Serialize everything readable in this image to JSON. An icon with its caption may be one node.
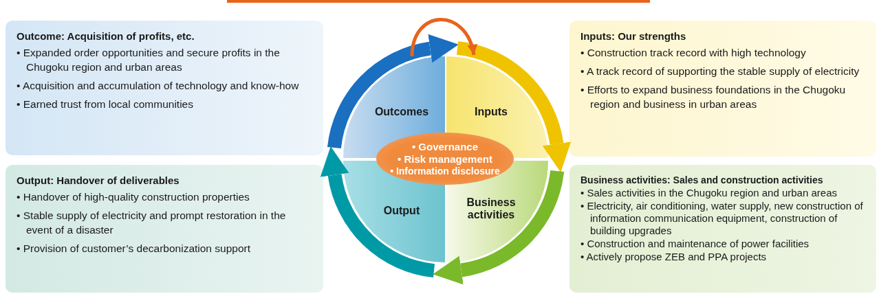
{
  "diagram": {
    "nodes": [
      {
        "text": [
          "Outcome: Acquisition of profits, etc.",
          "• Expanded order opportunities and secure profits in the Chugoku region and urban areas",
          "• Acquisition and accumulation of technology and know-how",
          "• Earned trust from local communities"
        ]
      },
      {
        "text": [
          "Inputs: Our strengths",
          "• Construction track record with high technology",
          "• A track record of supporting the stable supply of electricity",
          "• Efforts to expand business foundations in the Chugoku region and business in urban areas"
        ]
      },
      {
        "text": [
          "Output: Handover of deliverables",
          "• Handover of high-quality construction properties",
          "• Stable supply of electricity and prompt restoration in the event of a disaster",
          "• Provision of customer’s decarbonization support"
        ]
      },
      {
        "text": [
          "Business activities: Sales and construction activities",
          "• Sales activities in the Chugoku region and urban areas",
          "• Electricity, air conditioning, water supply, new construction of information communication equipment, construction of building upgrades",
          "• Construction and maintenance of power facilities",
          "• Actively propose ZEB and PPA projects"
        ]
      },
      {
        "text": [
          "Outcomes"
        ]
      },
      {
        "text": [
          "Inputs"
        ]
      },
      {
        "text": [
          "Output"
        ]
      },
      {
        "text": [
          "Business activities"
        ]
      },
      {
        "text": [
          "• Governance",
          "• Risk management",
          "• Information disclosure"
        ]
      }
    ],
    "edges": [
      {
        "from": 4,
        "to": 5,
        "arrow": "to",
        "color": "#1a6fc0"
      },
      {
        "from": 5,
        "to": 7,
        "arrow": "to",
        "color": "#f0c300"
      },
      {
        "from": 7,
        "to": 6,
        "arrow": "to",
        "color": "#7ab929"
      },
      {
        "from": 6,
        "to": 4,
        "arrow": "to",
        "color": "#009aa6"
      },
      {
        "from": 4,
        "to": 5,
        "arrow": "to",
        "color": "#e8631c"
      }
    ]
  }
}
